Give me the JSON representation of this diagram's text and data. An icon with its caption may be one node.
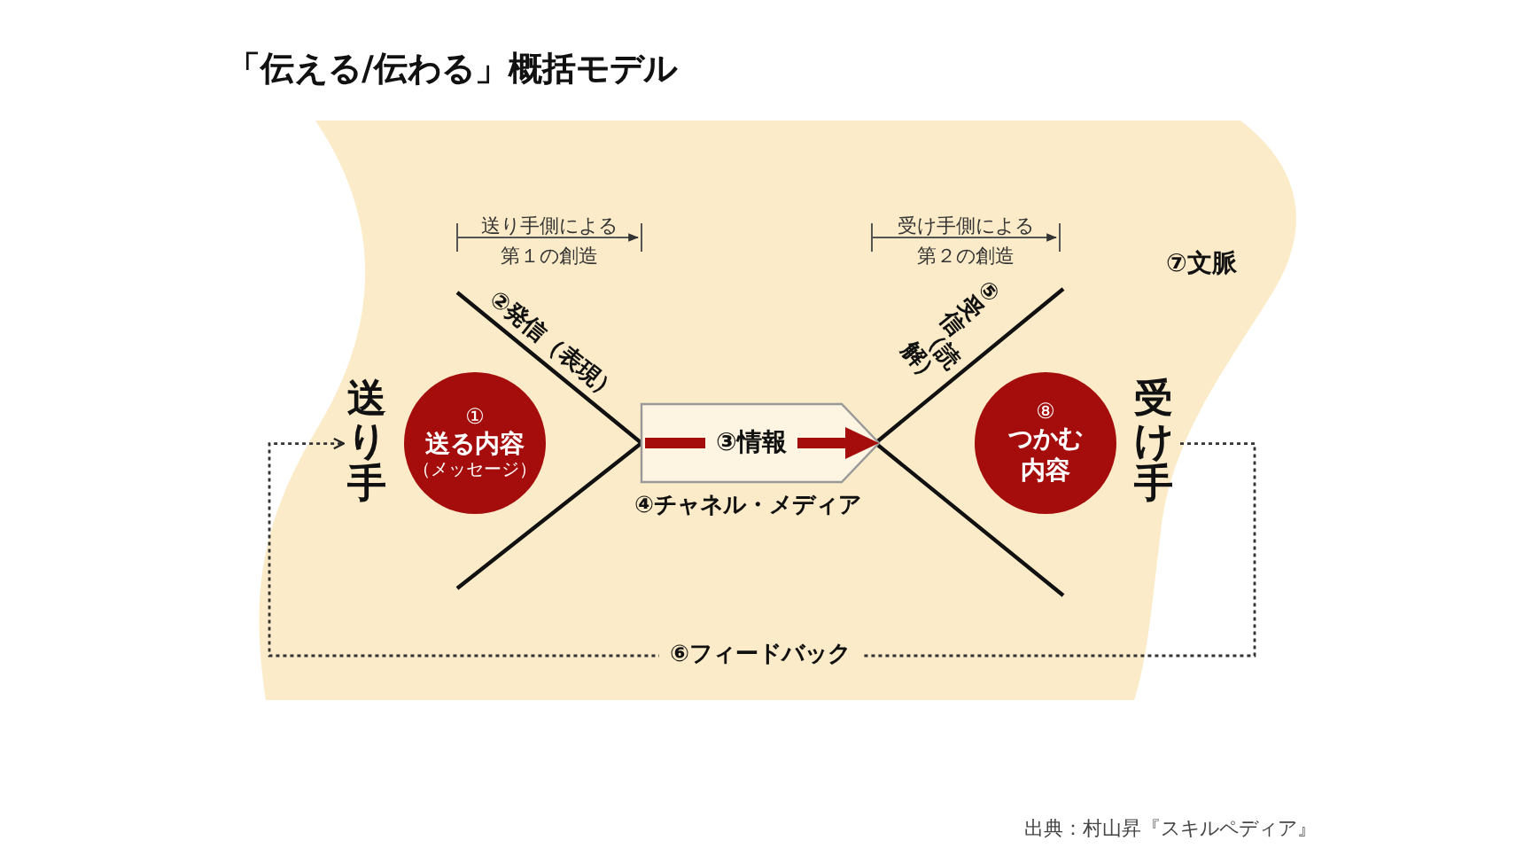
{
  "diagram": {
    "title": "「伝える/伝わる」概括モデル",
    "caption": "出典：村山昇『スキルペディア』",
    "nodes": [
      {
        "text": [
          "送り手"
        ]
      },
      {
        "text": [
          "①",
          "送る内容",
          "（メッセージ）"
        ]
      },
      {
        "text": [
          "③情報"
        ],
        "beside": [
          "④チャネル・メディア"
        ]
      },
      {
        "text": [
          "⑧",
          "つかむ内容"
        ]
      },
      {
        "text": [
          "受け手"
        ]
      }
    ],
    "edges": [
      {
        "from": 4,
        "to": 0,
        "arrow": "to",
        "label": "⑥フィードバック",
        "style": "dashed"
      }
    ],
    "labels": [
      "送り手側による第１の創造",
      "受け手側による第２の創造",
      "⑦文脈",
      "②発信（表現）",
      "⑤受信（読解）"
    ]
  }
}
